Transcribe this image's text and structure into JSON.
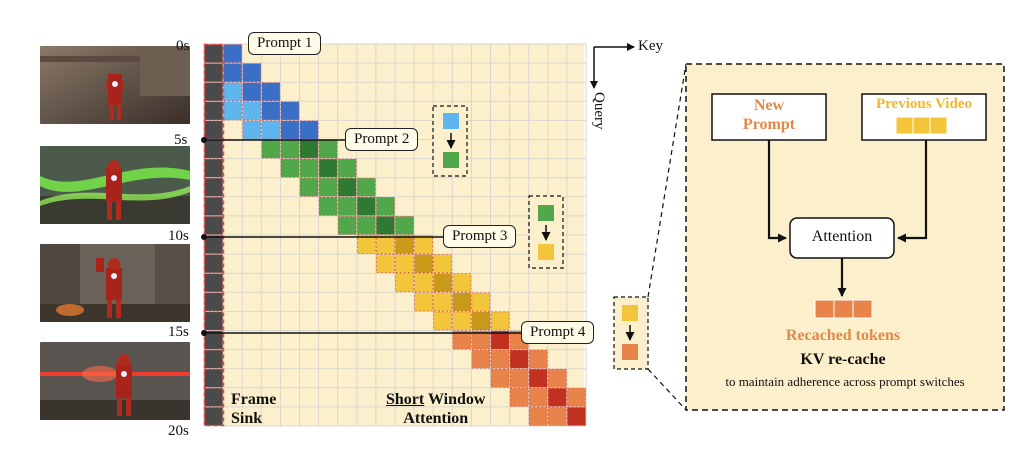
{
  "time_labels": [
    "0s",
    "5s",
    "10s",
    "15s",
    "20s"
  ],
  "axes": {
    "key": "Key",
    "query": "Query"
  },
  "prompts": [
    "Prompt 1",
    "Prompt 2",
    "Prompt 3",
    "Prompt 4"
  ],
  "frame_sink": {
    "line1": "Frame",
    "line2": "Sink"
  },
  "window_attention": {
    "line1_underlined": "Short",
    "line1_rest": " Window",
    "line2": "Attention"
  },
  "kv_panel": {
    "new_prompt_line1": "New",
    "new_prompt_line2": "Prompt",
    "previous_video": "Previous Video",
    "attention": "Attention",
    "recached_tokens": "Recached tokens",
    "title": "KV re-cache",
    "subtitle": "to maintain adherence across prompt switches"
  },
  "colors": {
    "grid_bg": "#fcf0cc",
    "sink": "#4a4a4a",
    "prompt1_dark": "#3a6fc8",
    "prompt1_light": "#5eb6ee",
    "prompt2_light": "#50a84a",
    "prompt2_dark": "#2f7a33",
    "prompt3_light": "#f2c53a",
    "prompt3_dark": "#c99a1a",
    "prompt4_light": "#e8844a",
    "prompt4_dark": "#c0321f",
    "panel_bg": "#fcf0cc",
    "orange_text": "#e08a4a",
    "yellow_text": "#f0b82a",
    "dash_red": "#e04848"
  }
}
